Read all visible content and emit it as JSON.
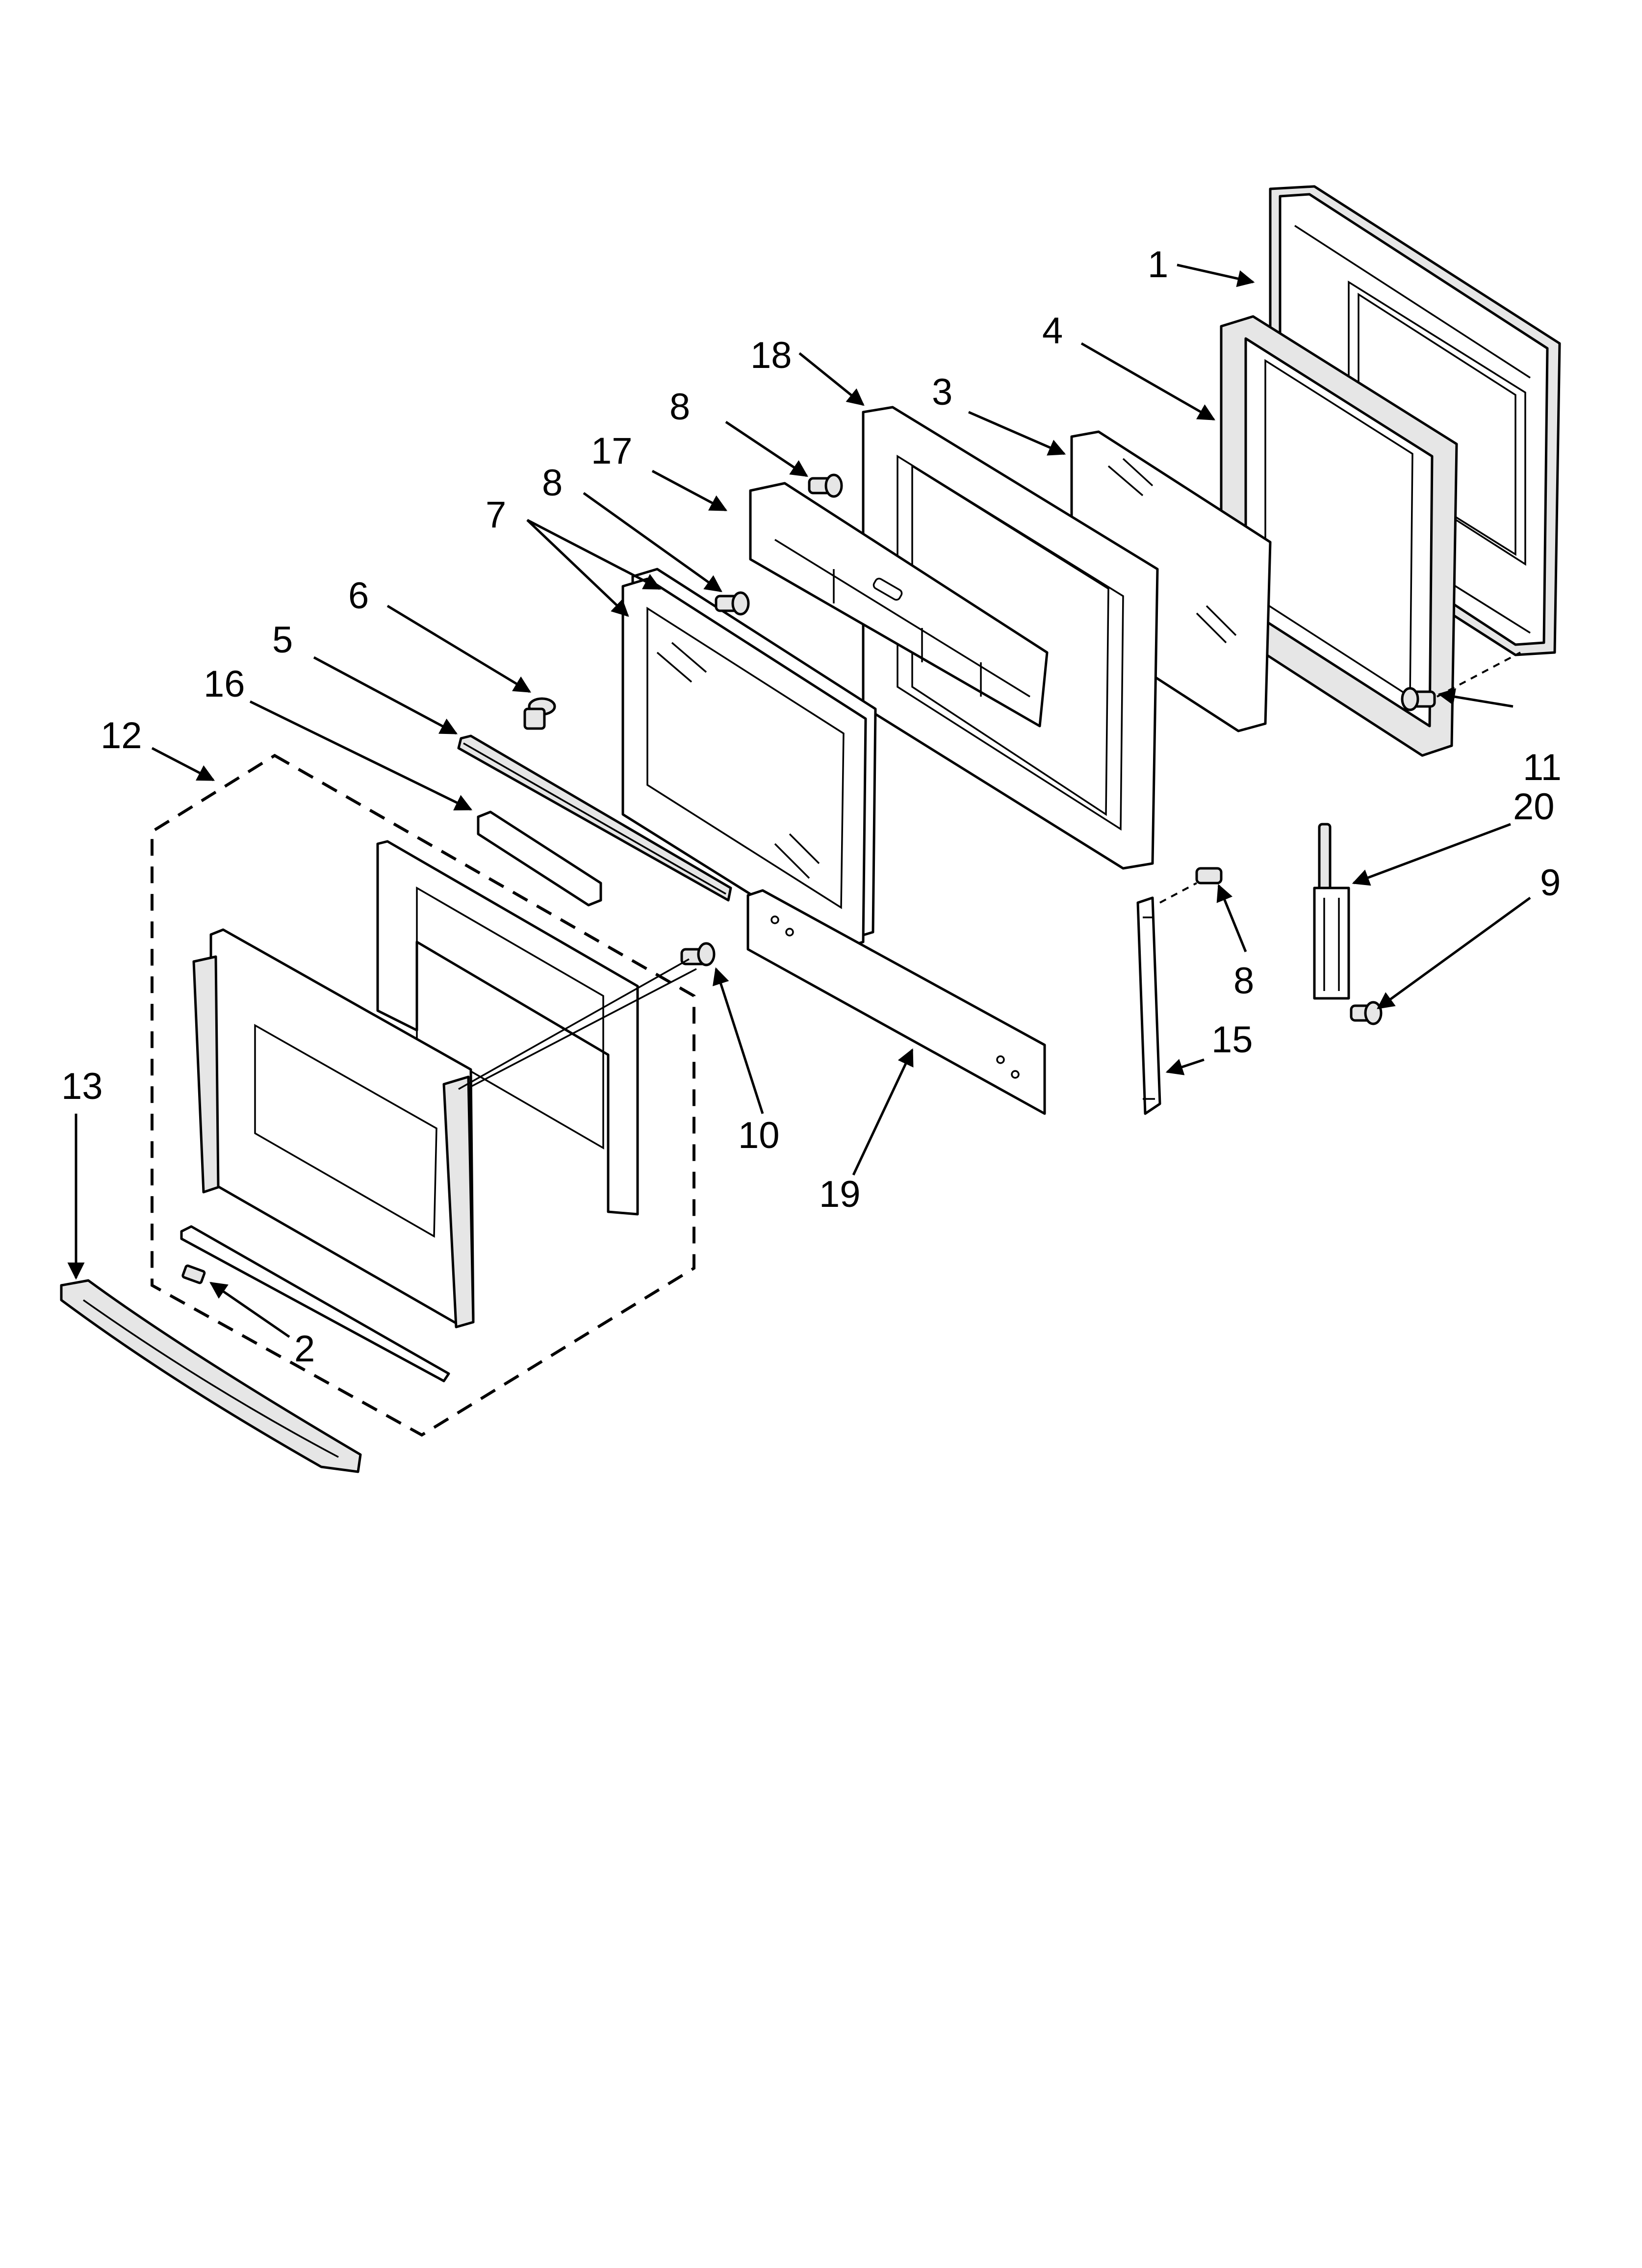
{
  "diagram": {
    "callouts": {
      "c1": "1",
      "c2": "2",
      "c3": "3",
      "c4": "4",
      "c5": "5",
      "c6": "6",
      "c7": "7",
      "c8a": "8",
      "c8b": "8",
      "c8c": "8",
      "c9": "9",
      "c10": "10",
      "c11": "11",
      "c12": "12",
      "c13": "13",
      "c15": "15",
      "c16": "16",
      "c17": "17",
      "c18": "18",
      "c19": "19",
      "c20": "20"
    }
  }
}
